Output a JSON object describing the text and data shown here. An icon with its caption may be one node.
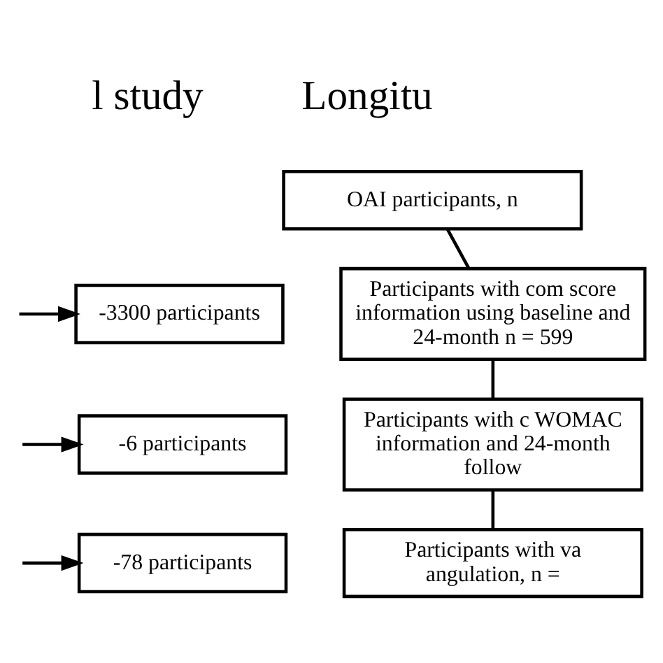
{
  "diagram": {
    "nodes": [
      {
        "text": [
          "OAI participants, n"
        ]
      },
      {
        "text": [
          "Participants with com score information using baseline and 24-month n = 599"
        ]
      },
      {
        "text": [
          "Participants with c WOMAC information and 24-month follow"
        ]
      },
      {
        "text": [
          "Participants with va angulation, n ="
        ]
      },
      {
        "text": [
          "-3300 participants"
        ]
      },
      {
        "text": [
          "-6 participants"
        ]
      },
      {
        "text": [
          "-78 participants"
        ]
      }
    ],
    "edges": [
      {
        "from": 0,
        "to": 1,
        "arrow": "none"
      },
      {
        "from": 1,
        "to": 2,
        "arrow": "none"
      },
      {
        "from": 2,
        "to": 3,
        "arrow": "none"
      },
      {
        "from": null,
        "to": 4,
        "arrow": "to"
      },
      {
        "from": null,
        "to": 5,
        "arrow": "to"
      },
      {
        "from": null,
        "to": 6,
        "arrow": "to"
      }
    ],
    "labels": [
      "l study",
      "Longitu"
    ]
  }
}
